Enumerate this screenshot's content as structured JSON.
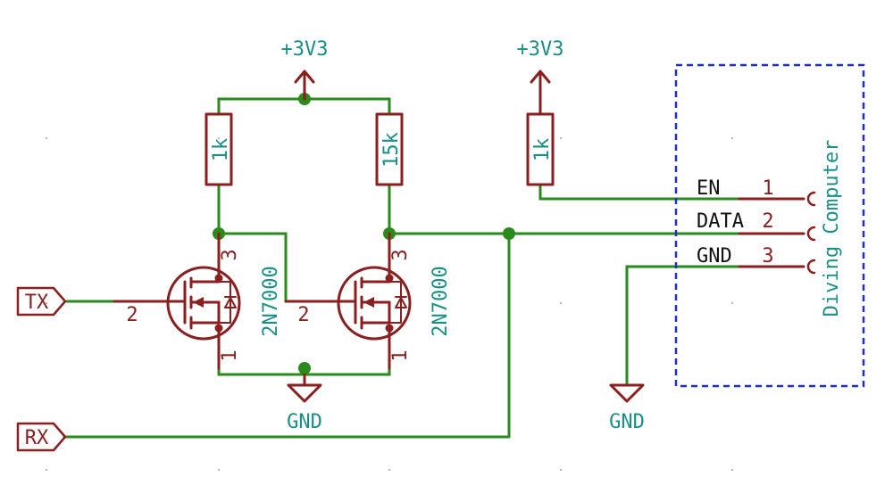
{
  "power": {
    "vcc1": "+3V3",
    "vcc2": "+3V3",
    "gnd1": "GND",
    "gnd2": "GND"
  },
  "resistors": {
    "r1": "1k",
    "r2": "15k",
    "r3": "1k"
  },
  "mosfets": {
    "q1": {
      "value": "2N7000",
      "pin_gate": "2",
      "pin_drain": "3",
      "pin_source": "1"
    },
    "q2": {
      "value": "2N7000",
      "pin_gate": "2",
      "pin_drain": "3",
      "pin_source": "1"
    }
  },
  "ports": {
    "tx": "TX",
    "rx": "RX"
  },
  "connector": {
    "label": "Diving Computer",
    "pins": [
      {
        "name": "EN",
        "number": "1"
      },
      {
        "name": "DATA",
        "number": "2"
      },
      {
        "name": "GND",
        "number": "3"
      }
    ]
  },
  "colors": {
    "wire": "#2a8a1c",
    "component": "#8b1f1f",
    "label": "#1a8f86",
    "box": "#1f2fbf"
  }
}
